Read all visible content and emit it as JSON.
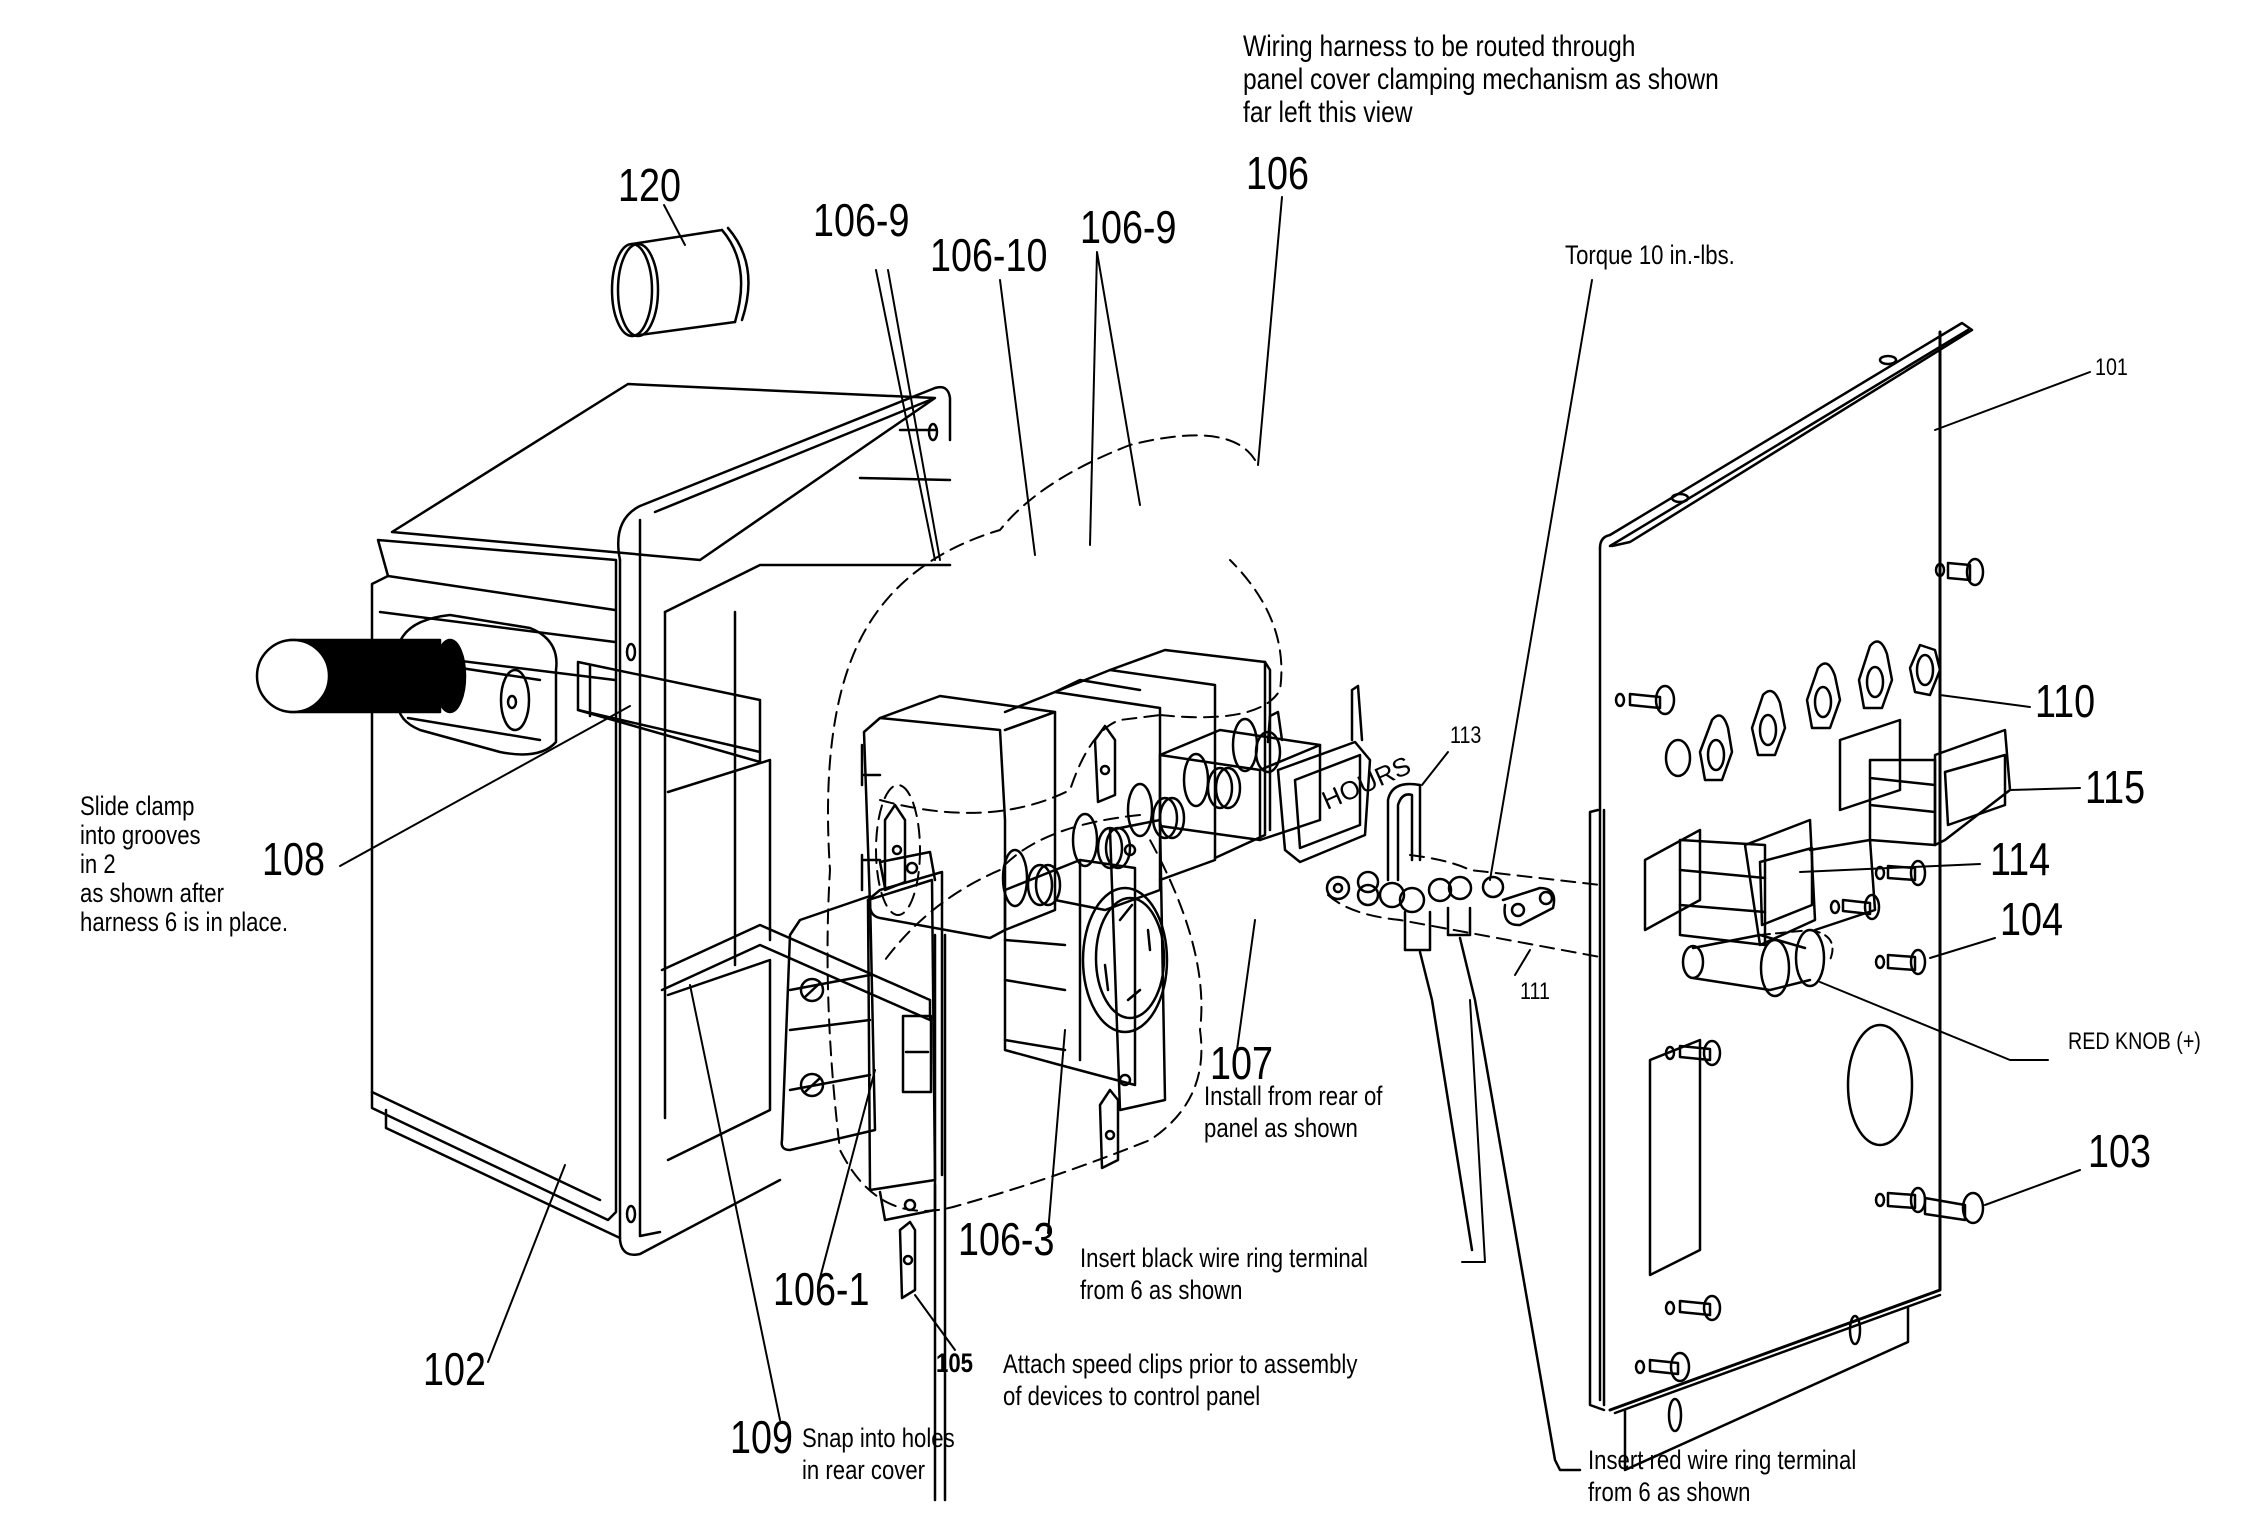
{
  "title": "Control panel exploded assembly",
  "notes": {
    "harness_routing": [
      "Wiring harness to be routed through",
      "panel cover clamping mechanism as shown",
      "far left this view"
    ],
    "torque": "Torque 10 in.-lbs.",
    "slide_clamp": [
      "Slide clamp",
      "into grooves",
      "in 2",
      "as shown after",
      "harness 6 is in place."
    ],
    "install_rear": [
      "Install from rear of",
      "panel as shown"
    ],
    "black_wire": [
      "Insert black wire ring terminal",
      "from 6 as shown"
    ],
    "speed_clips": [
      "Attach speed clips prior to assembly",
      "of devices to control panel"
    ],
    "snap_holes": [
      "Snap into holes",
      "in rear cover"
    ],
    "red_wire": [
      "Insert red wire ring terminal",
      "from 6 as shown"
    ],
    "red_knob": "RED KNOB (+)"
  },
  "hour_meter_face": "HOURS",
  "callouts": {
    "p101": "101",
    "p102": "102",
    "p103": "103",
    "p104": "104",
    "p105": "105",
    "p106": "106",
    "p106_1": "106-1",
    "p106_3": "106-3",
    "p106_9a": "106-9",
    "p106_9b": "106-9",
    "p106_10": "106-10",
    "p107": "107",
    "p108": "108",
    "p109": "109",
    "p110": "110",
    "p111": "111",
    "p113": "113",
    "p114": "114",
    "p115": "115",
    "p120": "120"
  },
  "colors": {
    "ink": "#000000",
    "paper": "#ffffff"
  }
}
